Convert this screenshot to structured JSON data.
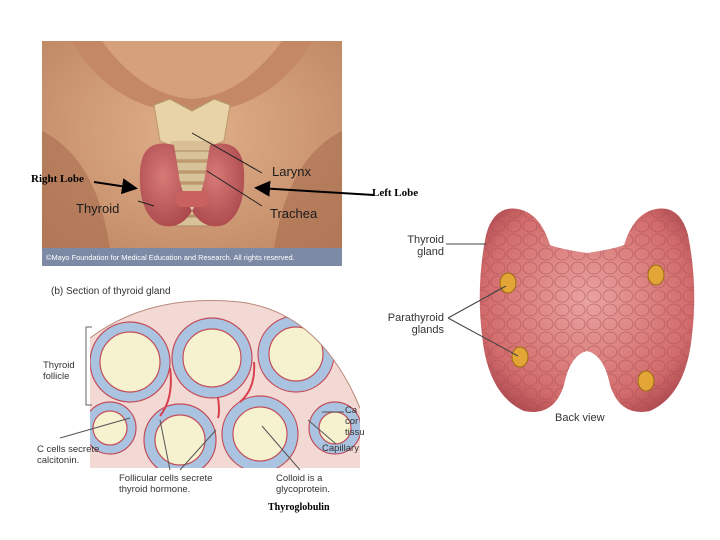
{
  "annotations": {
    "right_lobe": "Right Lobe",
    "left_lobe": "Left Lobe",
    "thyroglobulin": "Thyroglobulin"
  },
  "neck_photo": {
    "labels": {
      "larynx": "Larynx",
      "thyroid": "Thyroid",
      "trachea": "Trachea"
    },
    "copyright": "©Mayo Foundation for Medical Education and Research. All rights reserved."
  },
  "section": {
    "title": "(b) Section of thyroid gland",
    "labels": {
      "thyroid_follicle_line1": "Thyroid",
      "thyroid_follicle_line2": "follicle",
      "c_cells_line1": "C cells secrete",
      "c_cells_line2": "calcitonin.",
      "follicular_line1": "Follicular cells secrete",
      "follicular_line2": "thyroid hormone.",
      "colloid_line1": "Colloid is a",
      "colloid_line2": "glycoprotein.",
      "capillary": "Capillary",
      "ct_line1": "Ca",
      "ct_line2": "cor",
      "ct_line3": "tissu"
    }
  },
  "back_view": {
    "labels": {
      "thyroid_gland_line1": "Thyroid",
      "thyroid_gland_line2": "gland",
      "parathyroid_line1": "Parathyroid",
      "parathyroid_line2": "glands",
      "back_view": "Back view"
    }
  }
}
